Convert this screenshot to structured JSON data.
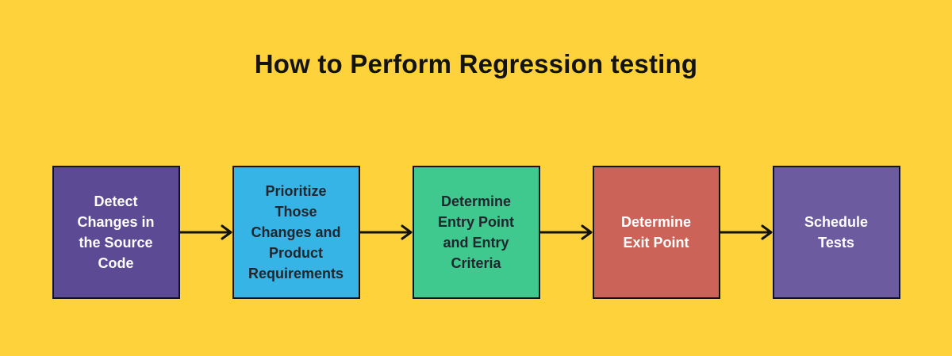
{
  "title": "How to Perform Regression testing",
  "colors": {
    "background": "#FDD23A",
    "title_text": "#131313",
    "arrow": "#131313",
    "box_border": "#131313"
  },
  "steps": [
    {
      "label": "Detect\nChanges in\nthe Source\nCode",
      "bg": "#5C4B94",
      "text_color": "#FFFFFF"
    },
    {
      "label": "Prioritize\nThose\nChanges and\nProduct\nRequirements",
      "bg": "#35B4E5",
      "text_color": "#21262E"
    },
    {
      "label": "Determine\nEntry Point\nand Entry\nCriteria",
      "bg": "#3FC98E",
      "text_color": "#21262E"
    },
    {
      "label": "Determine\nExit Point",
      "bg": "#CC6359",
      "text_color": "#FFFFFF"
    },
    {
      "label": "Schedule\nTests",
      "bg": "#6C5C9F",
      "text_color": "#FFFFFF"
    }
  ]
}
